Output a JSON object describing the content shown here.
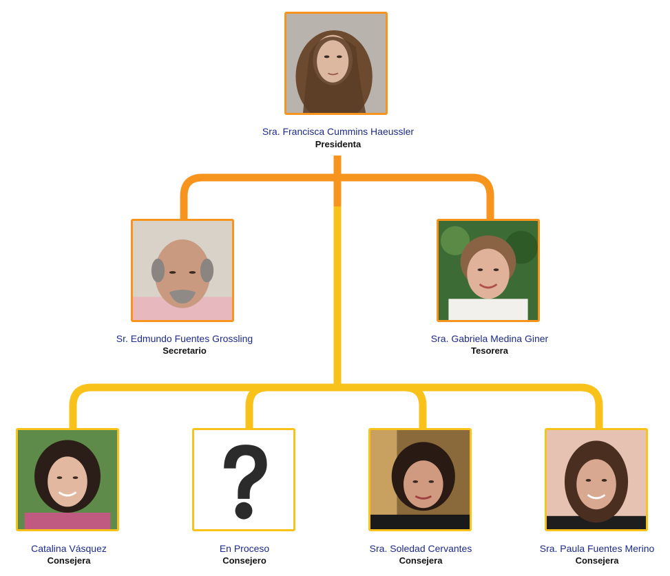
{
  "colors": {
    "orange": "#f7941d",
    "yellow": "#f9c21a",
    "name_text": "#1b2a8c"
  },
  "president": {
    "name": "Sra. Francisca Cummins Haeussler",
    "role": "Presidenta",
    "icon": "portrait-photo"
  },
  "officers": [
    {
      "name": "Sr. Edmundo Fuentes Grossling",
      "role": "Secretario",
      "icon": "portrait-photo"
    },
    {
      "name": "Sra. Gabriela Medina Giner",
      "role": "Tesorera",
      "icon": "portrait-photo"
    }
  ],
  "council": [
    {
      "name": "Catalina Vásquez",
      "role": "Consejera",
      "icon": "portrait-photo"
    },
    {
      "name": "En Proceso",
      "role": "Consejero",
      "icon": "question-mark-icon"
    },
    {
      "name": "Sra. Soledad Cervantes",
      "role": "Consejera",
      "icon": "portrait-photo"
    },
    {
      "name": "Sra. Paula Fuentes Merino",
      "role": "Consejera",
      "icon": "portrait-photo"
    }
  ]
}
